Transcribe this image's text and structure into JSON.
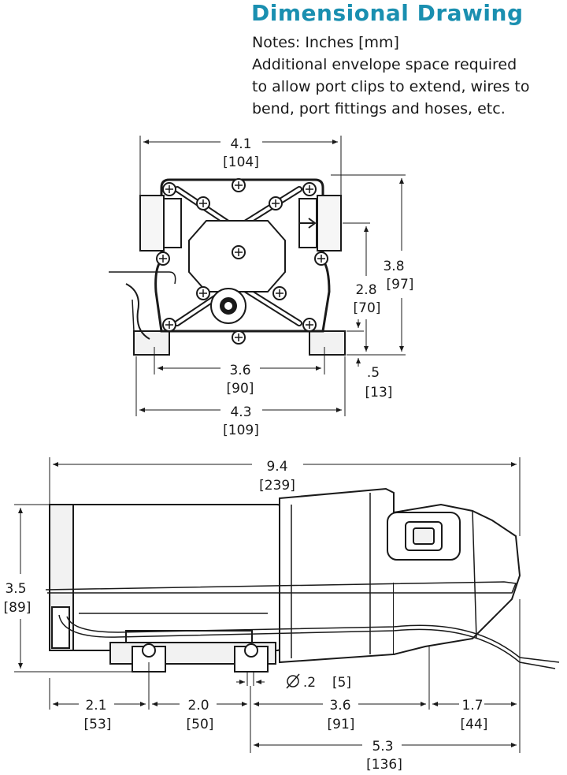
{
  "header": {
    "title": "Dimensional Drawing",
    "notes": [
      "Notes: Inches [mm]",
      "Additional envelope space required",
      "to allow port clips to extend, wires to",
      "bend, port fittings and hoses, etc."
    ]
  },
  "front_view": {
    "width_top": {
      "in": "4.1",
      "mm": "[104]"
    },
    "height_total": {
      "in": "3.8",
      "mm": "[97]"
    },
    "height_port": {
      "in": "2.8",
      "mm": "[70]"
    },
    "foot_height": {
      "in": ".5",
      "mm": "[13]"
    },
    "mount_spacing": {
      "in": "3.6",
      "mm": "[90]"
    },
    "width_base": {
      "in": "4.3",
      "mm": "[109]"
    }
  },
  "side_view": {
    "length_total": {
      "in": "9.4",
      "mm": "[239]"
    },
    "height": {
      "in": "3.5",
      "mm": "[89]"
    },
    "hole_dia": {
      "in": ".2",
      "mm": "[5]"
    },
    "seg_1": {
      "in": "2.1",
      "mm": "[53]"
    },
    "seg_2": {
      "in": "2.0",
      "mm": "[50]"
    },
    "seg_3": {
      "in": "3.6",
      "mm": "[91]"
    },
    "seg_4": {
      "in": "1.7",
      "mm": "[44]"
    },
    "head_length": {
      "in": "5.3",
      "mm": "[136]"
    }
  }
}
